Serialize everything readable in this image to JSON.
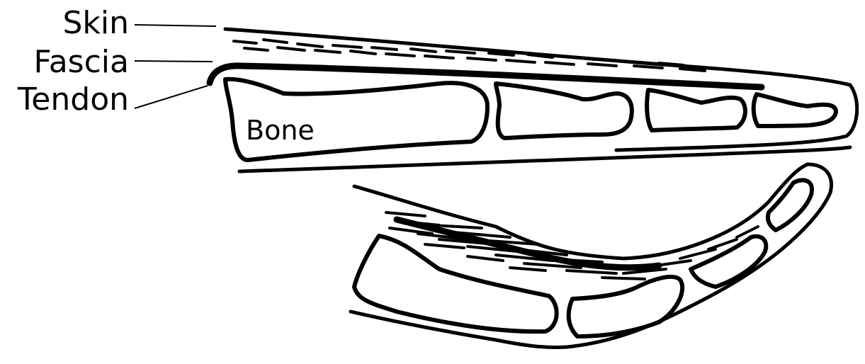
{
  "labels": {
    "skin": "Skin",
    "fascia": "Fascia",
    "tendon": "Tendon",
    "bone": "Bone"
  },
  "colors": {
    "ink": "#000000",
    "background": "#ffffff"
  }
}
